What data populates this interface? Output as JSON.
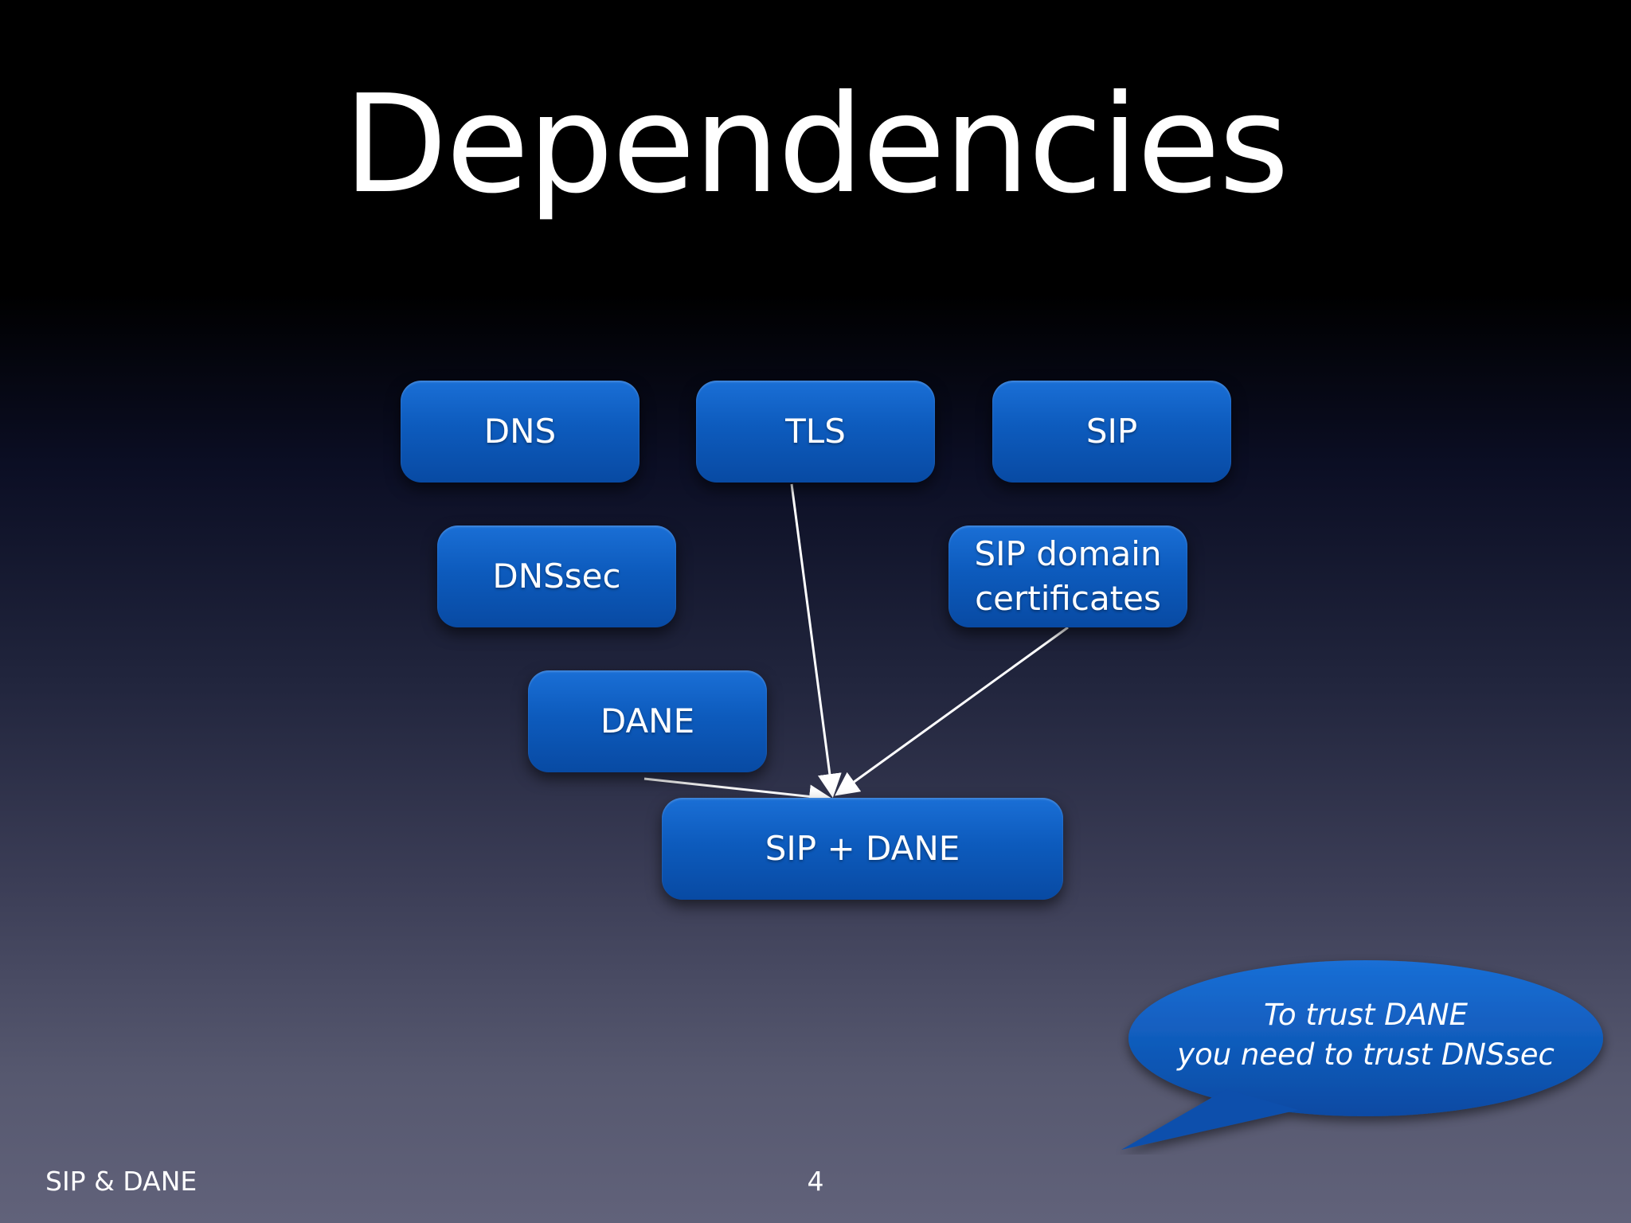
{
  "slide": {
    "title": "Dependencies",
    "footer_left": "SIP & DANE",
    "page_number": "4"
  },
  "nodes": {
    "dns": "DNS",
    "tls": "TLS",
    "sip": "SIP",
    "dnssec": "DNSsec",
    "sip_certs_line1": "SIP domain",
    "sip_certs_line2": "certificates",
    "dane": "DANE",
    "sip_dane": "SIP + DANE"
  },
  "callout": {
    "line1": "To trust DANE",
    "line2": "you need to trust DNSsec"
  },
  "colors": {
    "node_fill": "#0d5bbd",
    "arrow": "#ffffff"
  }
}
